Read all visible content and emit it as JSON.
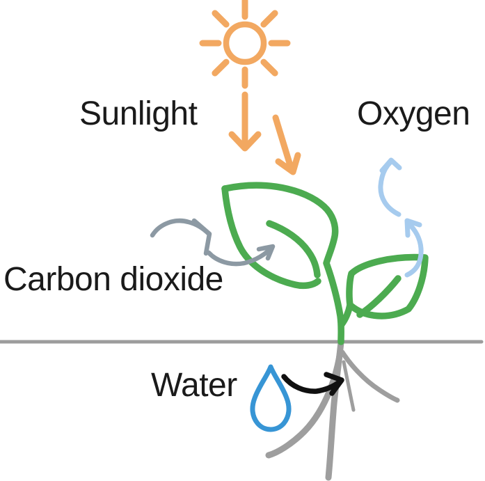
{
  "diagram": {
    "labels": {
      "sunlight": "Sunlight",
      "oxygen": "Oxygen",
      "carbon_dioxide": "Carbon dioxide",
      "water": "Water"
    },
    "colors": {
      "sun_orange": "#F2A861",
      "plant_green": "#4CAB50",
      "oxygen_arrow_blue": "#A6CBEE",
      "co2_arrow_gray": "#8C99A3",
      "water_drop_blue": "#3795D5",
      "water_arrow_black": "#101010",
      "soil_line_gray": "#9C9C9C",
      "root_gray": "#9E9E9E",
      "text_color": "#1A1A1A",
      "background": "#FFFFFF"
    }
  }
}
